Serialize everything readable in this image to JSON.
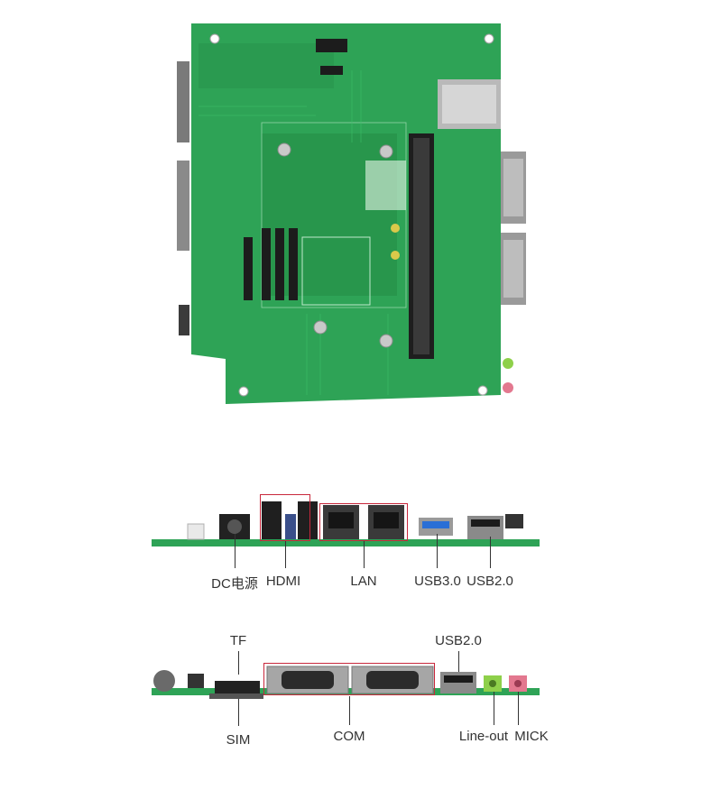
{
  "colors": {
    "pcb": "#2ea356",
    "pcb_dark": "#1f7d3f",
    "highlight_box": "#c8283c",
    "label_text": "#333333",
    "usb3_blue": "#2a6fd6",
    "lineout_green": "#8ed04a",
    "mic_pink": "#e3788f"
  },
  "front_panel": {
    "labels": {
      "dc": "DC电源",
      "hdmi": "HDMI",
      "lan": "LAN",
      "usb3": "USB3.0",
      "usb2": "USB2.0"
    }
  },
  "rear_panel": {
    "labels": {
      "tf": "TF",
      "usb2": "USB2.0",
      "sim": "SIM",
      "com": "COM",
      "lineout": "Line-out",
      "mic": "MICK"
    }
  }
}
